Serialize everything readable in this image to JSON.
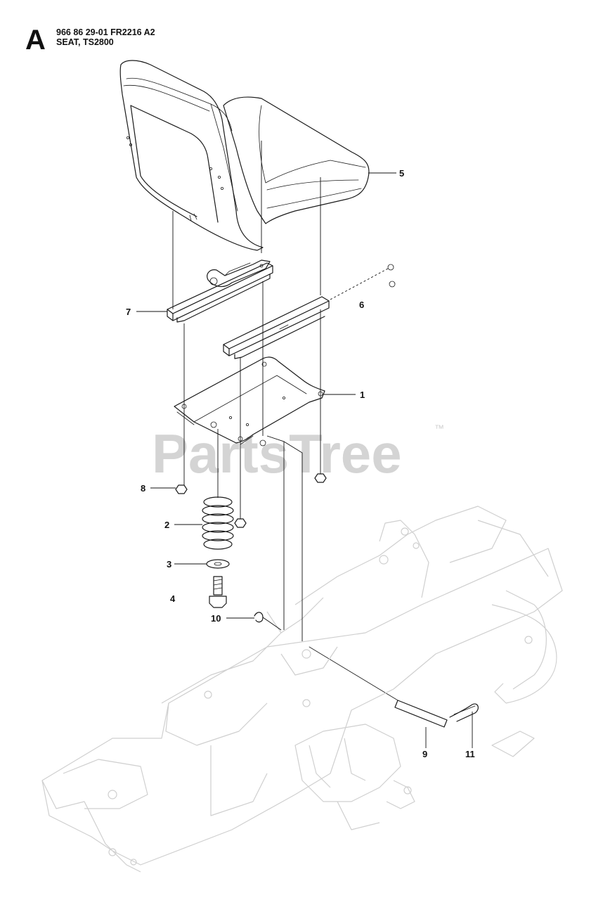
{
  "header": {
    "section_letter": "A",
    "part_line": "966 86 29-01 FR2216 A2",
    "title_line": "SEAT, TS2800"
  },
  "watermark": {
    "text": "PartsTree",
    "tm": "™"
  },
  "callouts": [
    {
      "id": "c5",
      "label": "5"
    },
    {
      "id": "c6",
      "label": "6"
    },
    {
      "id": "c7",
      "label": "7"
    },
    {
      "id": "c1",
      "label": "1"
    },
    {
      "id": "c8",
      "label": "8"
    },
    {
      "id": "c2",
      "label": "2"
    },
    {
      "id": "c3",
      "label": "3"
    },
    {
      "id": "c4",
      "label": "4"
    },
    {
      "id": "c10",
      "label": "10"
    },
    {
      "id": "c9",
      "label": "9"
    },
    {
      "id": "c11",
      "label": "11"
    }
  ],
  "colors": {
    "ink": "#1a1a1a",
    "watermark": "#d4d4d4",
    "background": "#ffffff"
  }
}
